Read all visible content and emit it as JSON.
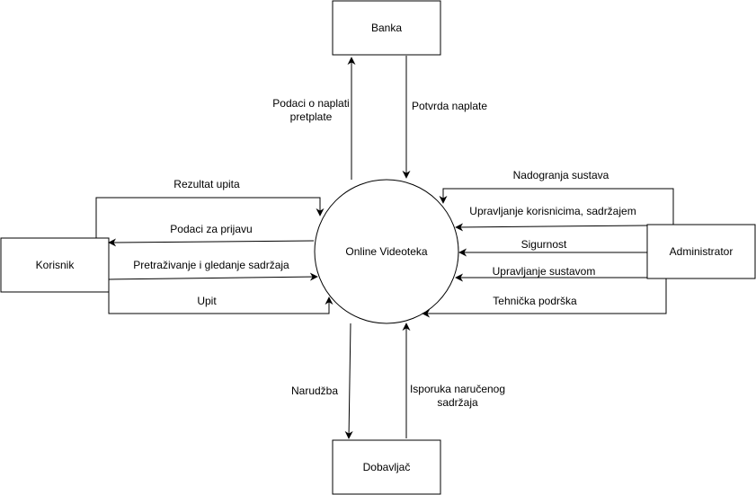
{
  "diagram": {
    "process": {
      "label": "Online Videoteka"
    },
    "entities": {
      "banka": "Banka",
      "korisnik": "Korisnik",
      "administrator": "Administrator",
      "dobavljac": "Dobavljač"
    },
    "flows": {
      "podaci_o_naplati": [
        "Podaci o naplati",
        "pretplate"
      ],
      "potvrda_naplate": "Potvrda naplate",
      "rezultat_upita": "Rezultat upita",
      "podaci_za_prijavu": "Podaci za prijavu",
      "pretrazivanje": "Pretraživanje i gledanje sadržaja",
      "upit": "Upit",
      "nadogranja_sustava": "Nadogranja sustava",
      "upravljanje_korisnicima": "Upravljanje korisnicima, sadržajem",
      "sigurnost": "Sigurnost",
      "upravljanje_sustavom": "Upravljanje sustavom",
      "tehnicka_podrska": "Tehnička podrška",
      "narudzba": "Narudžba",
      "isporuka": [
        "Isporuka naručenog",
        "sadržaja"
      ]
    }
  }
}
